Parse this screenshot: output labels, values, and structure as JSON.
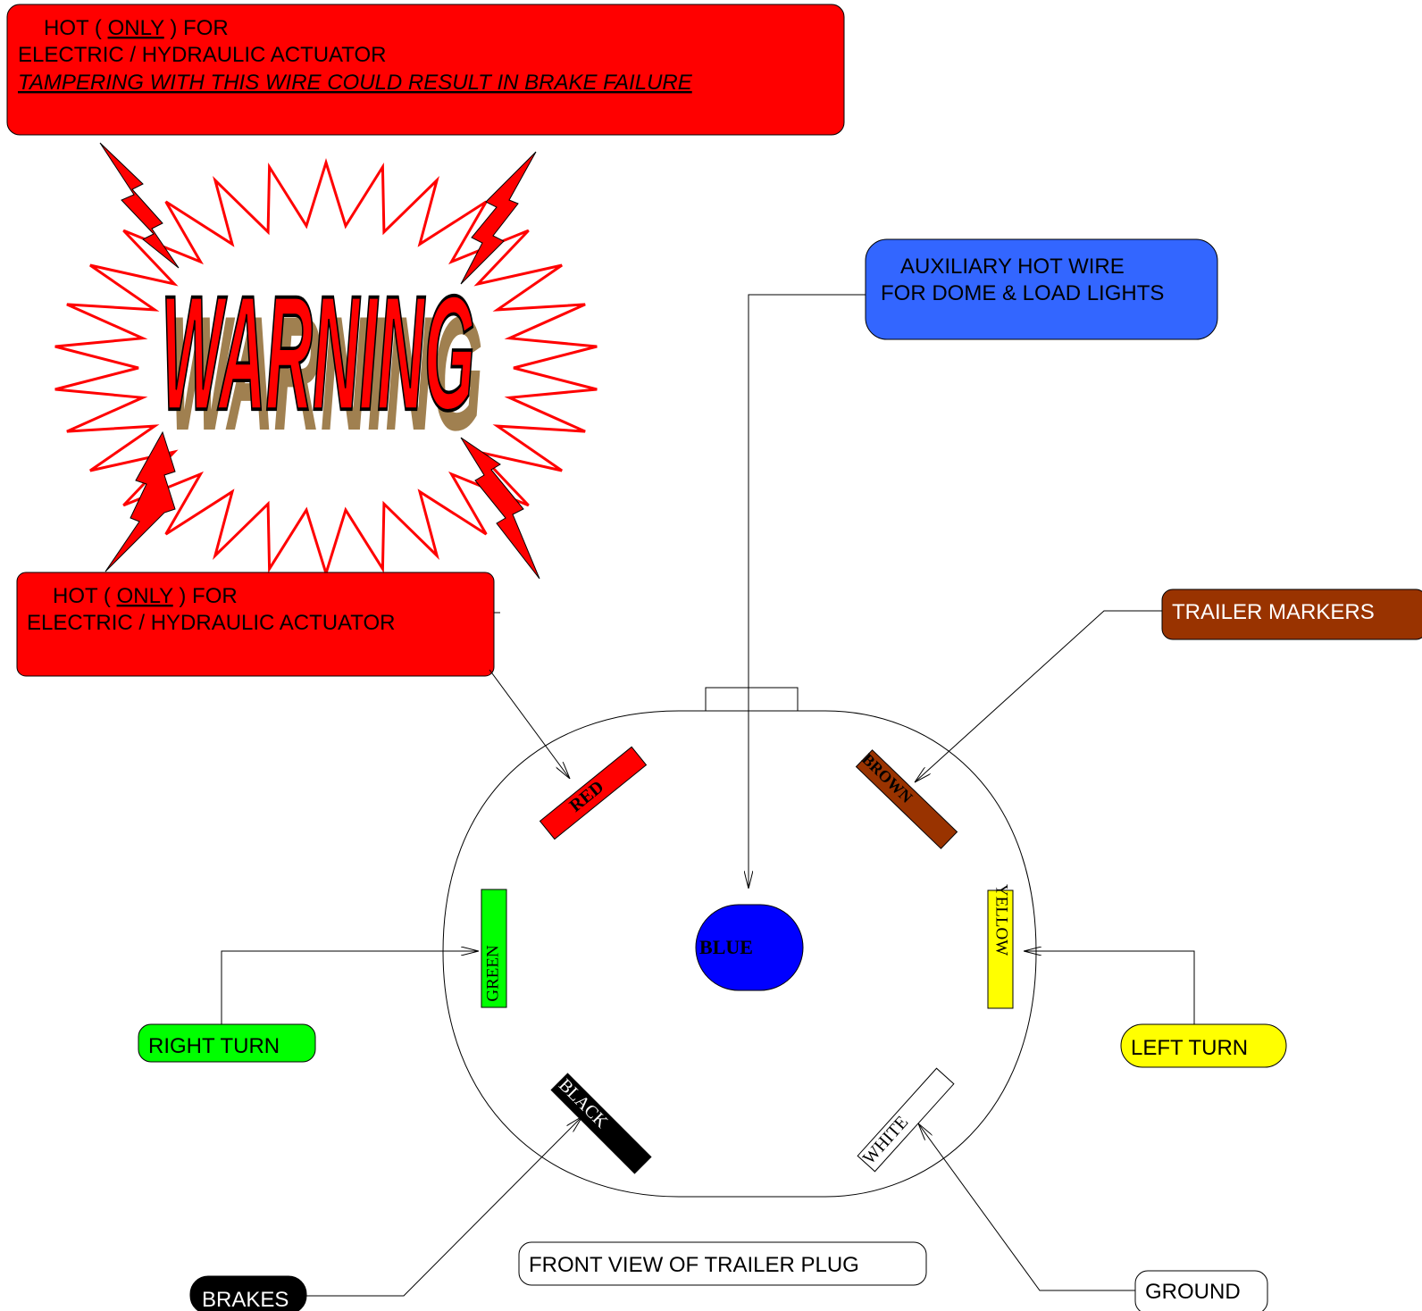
{
  "top_warning_box": {
    "line1_prefix": "HOT ( ",
    "line1_only": "ONLY",
    "line1_suffix": " ) FOR",
    "line2": "ELECTRIC / HYDRAULIC ACTUATOR",
    "line3": "TAMPERING WITH THIS WIRE COULD RESULT IN BRAKE FAILURE",
    "color": "#ff0000"
  },
  "warning_graphic": {
    "text": "WARNING",
    "text_color": "#ff0000",
    "shadow_color": "#a08050",
    "burst_color": "#ff0000"
  },
  "red_pin_label": {
    "line1_prefix": "HOT ( ",
    "line1_only": "ONLY",
    "line1_suffix": " ) FOR",
    "line2": "ELECTRIC / HYDRAULIC ACTUATOR",
    "color": "#ff0000"
  },
  "aux_label": {
    "line1": "AUXILIARY HOT WIRE",
    "line2": "FOR DOME & LOAD LIGHTS",
    "color": "#3366ff"
  },
  "trailer_markers_label": {
    "text": "TRAILER MARKERS",
    "color": "#993300"
  },
  "right_turn_label": {
    "text": "RIGHT TURN",
    "color": "#00ff00"
  },
  "left_turn_label": {
    "text": "LEFT TURN",
    "color": "#ffff00"
  },
  "brakes_label": {
    "text": "BRAKES",
    "color": "#000000"
  },
  "ground_label": {
    "text": "GROUND",
    "color": "#ffffff"
  },
  "caption": {
    "text": "FRONT VIEW OF TRAILER PLUG"
  },
  "pins": {
    "red": {
      "text": "RED",
      "color": "#ff0000"
    },
    "brown": {
      "text": "BROWN",
      "color": "#993300"
    },
    "green": {
      "text": "GREEN",
      "color": "#00ff00"
    },
    "yellow": {
      "text": "YELLOW",
      "color": "#ffff00"
    },
    "black": {
      "text": "BLACK",
      "color": "#000000"
    },
    "white": {
      "text": "WHITE",
      "color": "#ffffff"
    },
    "blue": {
      "text": "BLUE",
      "color": "#0000ff"
    }
  }
}
